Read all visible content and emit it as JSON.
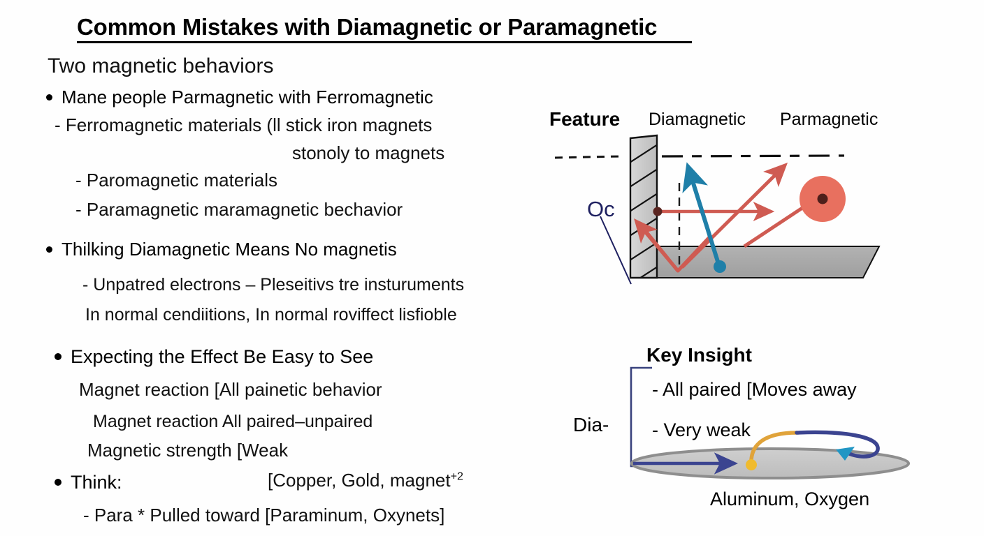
{
  "slide": {
    "title": "Common Mistakes with Diamagnetic or Paramagnetic",
    "subhead": "Two magnetic behaviors"
  },
  "bullets": [
    {
      "label": "Mane people Parmagnetic with Ferromagnetic",
      "sub": [
        "- Ferromagnetic materials (ll stick iron magnets",
        "stonoly to magnets",
        "- Paromagnetic materials",
        "- Paramagnetic maramagnetic bechavior"
      ]
    },
    {
      "label": "Thilking Diamagnetic Means No magnetis",
      "sub": [
        "- Unpatred electrons – Pleseitivs tre insturuments",
        "In normal cendiitions, In normal roviffect lisfioble"
      ]
    },
    {
      "label": "Expecting the Effect Be Easy to See",
      "sub": [
        "Magnet reaction [All painetic behavior",
        "Magnet reaction All paired–unpaired",
        "Magnetic strength [Weak"
      ]
    },
    {
      "label": "Think:",
      "value_prefix": "[Copper, Gold, magnet",
      "value_sup": "+2",
      "sub": [
        "- Para * Pulled toward [Paraminum, Oxynets]"
      ]
    }
  ],
  "diagram": {
    "headers": {
      "feature": "Feature",
      "diamagnetic": "Diamagnetic",
      "paramagnetic": "Parmagnetic"
    },
    "callout_label": "Oc",
    "colors": {
      "wall_fill": "#c9c9c9",
      "floor_fill": "#a8a8a8",
      "red_arrow": "#cf5b52",
      "circle_fill": "#e8705f",
      "circle_center": "#5a2520",
      "blue_arrow": "#1f7fa8",
      "navy_label": "#1e2060"
    }
  },
  "key_insight": {
    "heading": "Key  Insight",
    "group_label": "Dia-",
    "points": [
      "- All paired [Moves away",
      "- Very weak"
    ],
    "caption": "Aluminum, Oxygen",
    "colors": {
      "bracket": "#39427d",
      "ellipse_fill": "#c6c6c6",
      "ellipse_stroke": "#8e8e8e",
      "navy_arrow": "#3b4490",
      "gold_curve": "#e0a33a",
      "cyan_arrow": "#2196c4"
    }
  }
}
